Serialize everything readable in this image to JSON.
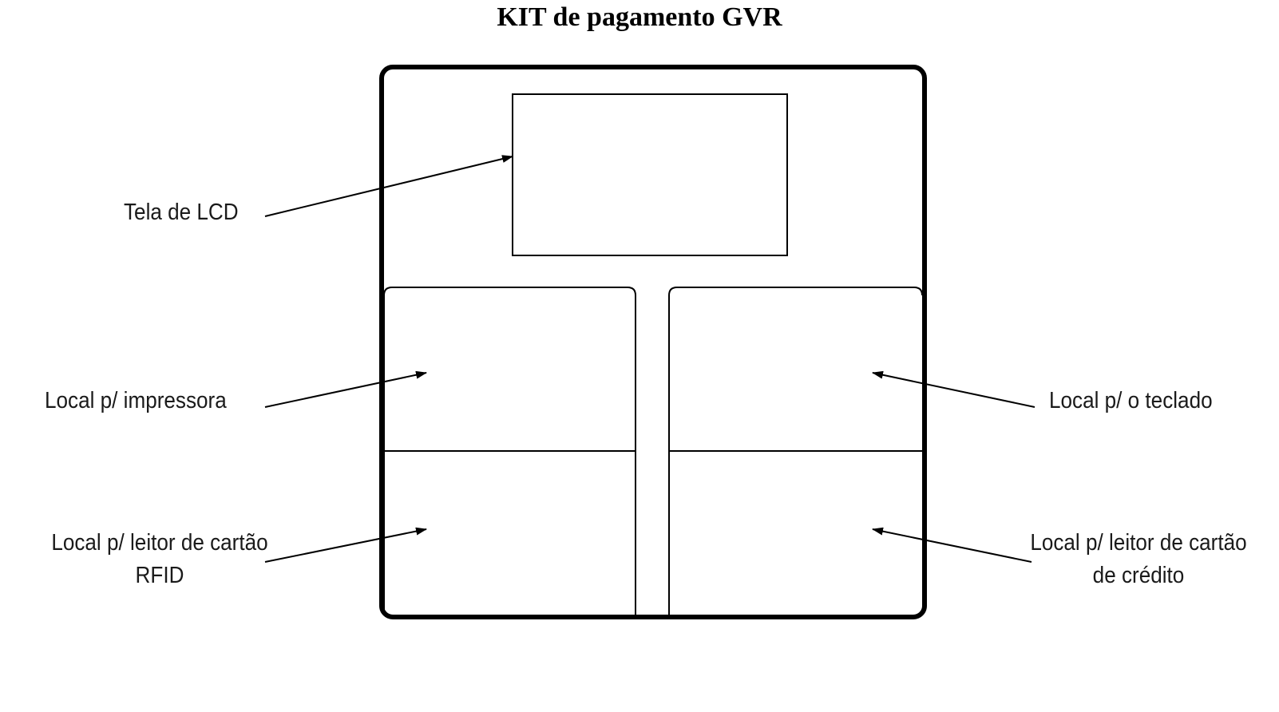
{
  "title": "KIT de pagamento GVR",
  "labels": {
    "lcd": "Tela de LCD",
    "printer": "Local p/ impressora",
    "keyboard": "Local p/ o teclado",
    "rfid_line1": "Local p/ leitor de cartão",
    "rfid_line2": "RFID",
    "credit_line1": "Local p/ leitor de cartão",
    "credit_line2": "de crédito"
  }
}
